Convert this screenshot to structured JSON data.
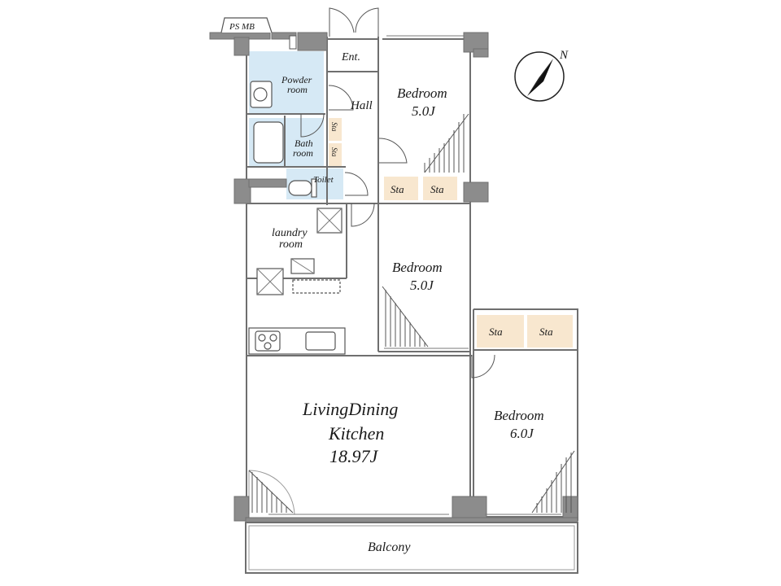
{
  "plan": {
    "compass_letter": "N",
    "shaft_label": "PS  MB",
    "rooms": {
      "entrance": "Ent.",
      "hall": "Hall",
      "powder_line1": "Powder",
      "powder_line2": "room",
      "bath_line1": "Bath",
      "bath_line2": "room",
      "toilet": "Toilet",
      "laundry_line1": "laundry",
      "laundry_line2": "room",
      "bedroom1_name": "Bedroom",
      "bedroom1_size": "5.0J",
      "bedroom2_name": "Bedroom",
      "bedroom2_size": "5.0J",
      "bedroom3_name": "Bedroom",
      "bedroom3_size": "6.0J",
      "ldk_line1": "LivingDining",
      "ldk_line2": "Kitchen",
      "ldk_size": "18.97J",
      "balcony": "Balcony"
    },
    "storage_label": "Sta"
  }
}
